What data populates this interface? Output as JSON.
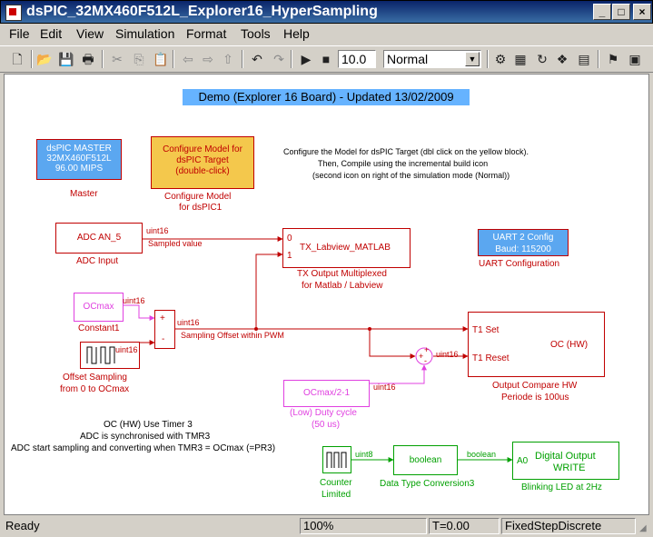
{
  "window": {
    "title": "dsPIC_32MX460F512L_Explorer16_HyperSampling"
  },
  "menu": [
    "File",
    "Edit",
    "View",
    "Simulation",
    "Format",
    "Tools",
    "Help"
  ],
  "toolbar": {
    "stop_time": "10.0",
    "sim_mode": "Normal"
  },
  "canvas": {
    "banner": "Demo (Explorer 16 Board)  - Updated 13/02/2009",
    "master_block": {
      "lines": [
        "dsPIC MASTER",
        "32MX460F512L",
        "96.00 MIPS"
      ],
      "label": "Master"
    },
    "config_block": {
      "lines": [
        "Configure Model for",
        "dsPIC Target",
        "(double-click)"
      ],
      "label": [
        "Configure Model",
        "for dsPIC1"
      ]
    },
    "instructions": [
      "Configure the Model for dsPIC Target (dbl click on the yellow block).",
      "Then, Compile using the incremental build icon",
      "(second icon on right of the simulation mode (Normal))"
    ],
    "adc_block": {
      "text": "ADC   AN_5",
      "label": "ADC Input",
      "type": "uint16",
      "signal": "Sampled value"
    },
    "tx_block": {
      "port1": "0",
      "port2": "1",
      "text": "TX_Labview_MATLAB",
      "label": [
        "TX Output Multiplexed",
        "for Matlab / Labview"
      ]
    },
    "uart_block": {
      "lines": [
        "UART 2 Config",
        "Baud: 115200"
      ],
      "label": "UART Configuration"
    },
    "constant_block": {
      "text": "OCmax",
      "label": "Constant1",
      "type": "uint16"
    },
    "sum_block": {
      "plus": "+",
      "minus": "-",
      "type": "uint16",
      "signal": "Sampling Offset within PWM"
    },
    "offset_block": {
      "label": [
        "Offset Sampling",
        "from 0 to OCmax"
      ],
      "type": "uint16"
    },
    "oc_block": {
      "set": "T1 Set",
      "reset": "T1 Reset",
      "text": "OC (HW)",
      "label": [
        "Output Compare HW",
        "Periode is 100us"
      ]
    },
    "duty_block": {
      "text": "OCmax/2-1",
      "type": "uint16",
      "label": [
        "(Low) Duty cycle",
        "(50 us)"
      ]
    },
    "sum2_type": "uint16",
    "notes": [
      "OC (HW) Use Timer 3",
      "ADC is synchronised with TMR3",
      "ADC start sampling and converting when TMR3 = OCmax (=PR3)"
    ],
    "counter_block": {
      "label": [
        "Counter",
        "Limited"
      ],
      "type": "uint8"
    },
    "dtc_block": {
      "text": "boolean",
      "label": "Data Type Conversion3",
      "type": "boolean"
    },
    "dout_block": {
      "port": "A0",
      "lines": [
        "Digital Output",
        "WRITE"
      ],
      "label": "Blinking LED at 2Hz"
    }
  },
  "status": {
    "ready": "Ready",
    "zoom": "100%",
    "time": "T=0.00",
    "solver": "FixedStepDiscrete"
  },
  "colors": {
    "red": "#c00000",
    "pink": "#e040e0",
    "green": "#00a000",
    "banner": "#66b3ff",
    "blue_block": "#5ba7f0",
    "yellow_block": "#f4c84c"
  }
}
